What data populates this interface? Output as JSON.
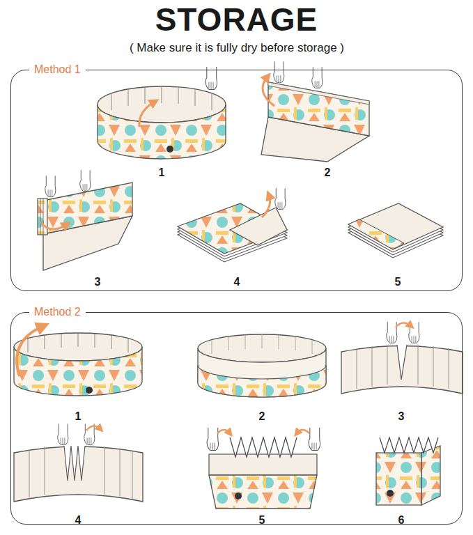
{
  "diagram": {
    "title": "STORAGE",
    "nodes": [
      {
        "text": [
          "Method 1"
        ]
      },
      {
        "text": [
          "Method 2"
        ]
      }
    ],
    "labels": [
      "( Make sure it is fully dry before storage )",
      "1",
      "2",
      "3",
      "4",
      "5",
      "1",
      "2",
      "3",
      "4",
      "5",
      "6"
    ]
  }
}
